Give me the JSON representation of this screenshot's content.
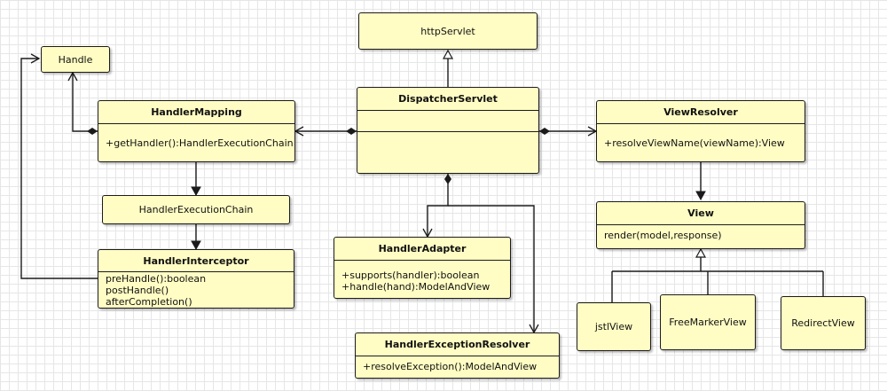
{
  "boxes": {
    "http_servlet": {
      "name": "httpServlet"
    },
    "handle": {
      "name": "Handle"
    },
    "dispatcher_servlet": {
      "name": "DispatcherServlet"
    },
    "handler_mapping": {
      "name": "HandlerMapping",
      "methods": [
        "+getHandler():HandlerExecutionChain"
      ]
    },
    "view_resolver": {
      "name": "ViewResolver",
      "methods": [
        "+resolveViewName(viewName):View"
      ]
    },
    "handler_execution_chain": {
      "name": "HandlerExecutionChain"
    },
    "view": {
      "name": "View",
      "methods": [
        "render(model,response)"
      ]
    },
    "handler_adapter": {
      "name": "HandlerAdapter",
      "methods": [
        "+supports(handler):boolean",
        "+handle(hand):ModelAndView"
      ]
    },
    "handler_interceptor": {
      "name": "HandlerInterceptor",
      "methods": [
        "preHandle():boolean",
        "postHandle()",
        "afterCompletion()"
      ]
    },
    "jstl_view": {
      "name": "jstlView"
    },
    "freemarker_view": {
      "name": "FreeMarkerView"
    },
    "redirect_view": {
      "name": "RedirectView"
    },
    "handler_exception_resolver": {
      "name": "HandlerExceptionResolver",
      "methods": [
        "+resolveException():ModelAndView"
      ]
    }
  },
  "colors": {
    "box_fill": "#fffdc4",
    "box_border": "#1b1b1b",
    "grid": "#e6e6e6",
    "line": "#1b1b1b"
  }
}
